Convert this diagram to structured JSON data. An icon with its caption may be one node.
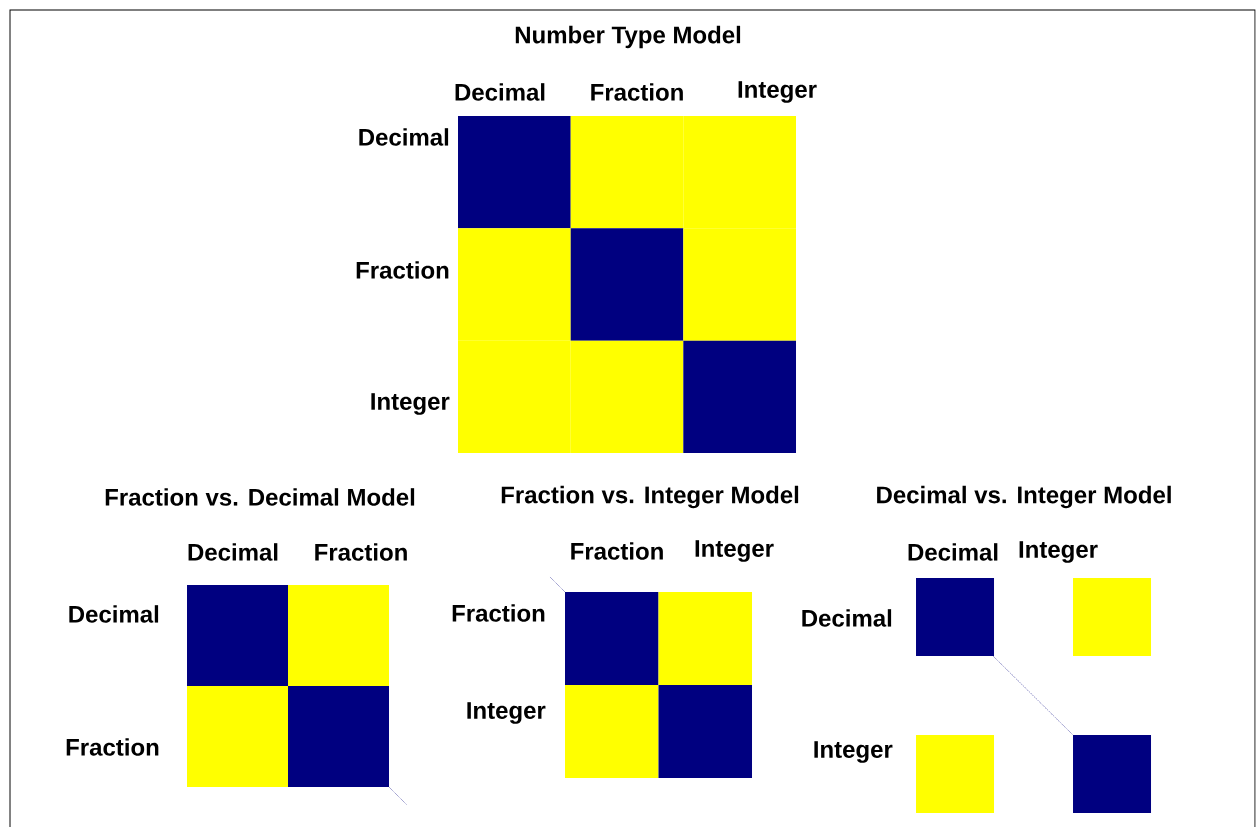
{
  "diagram": {
    "title": "Number Type Model",
    "labels": [
      "Decimal",
      "Fraction",
      "Integer",
      "Decimal",
      "Fraction",
      "Integer",
      "Fraction vs. Decimal Model",
      "Decimal",
      "Fraction",
      "Decimal",
      "Fraction",
      "Fraction vs. Integer Model",
      "Fraction",
      "Integer",
      "Fraction",
      "Integer",
      "Decimal vs. Integer Model",
      "Decimal",
      "Integer",
      "Decimal",
      "Integer"
    ]
  }
}
